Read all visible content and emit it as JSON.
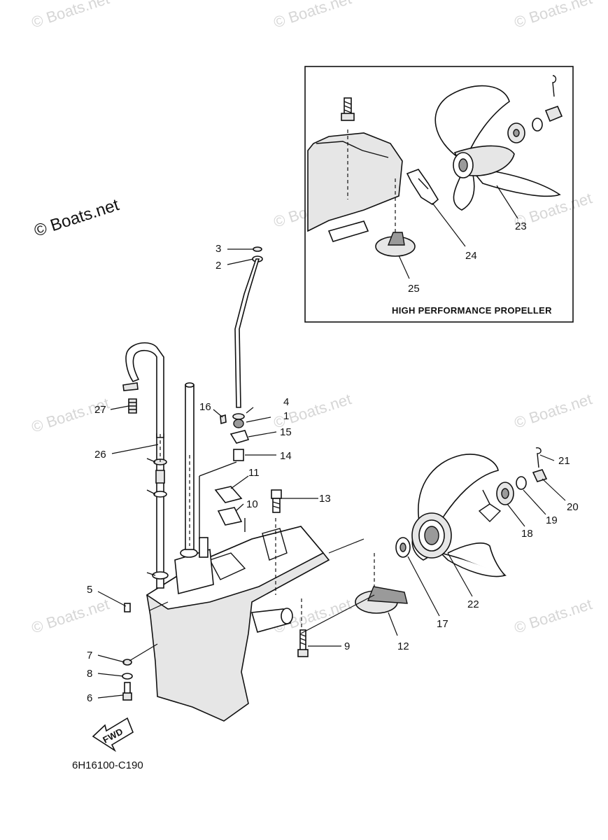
{
  "brand_label": "© Boats.net",
  "watermark_text": "© Boats.net",
  "inset_title": "HIGH PERFORMANCE PROPELLER",
  "diagram_code": "6H16100-C190",
  "fwd_label": "FWD",
  "callouts": {
    "n1": "1",
    "n2": "2",
    "n3": "3",
    "n4": "4",
    "n5": "5",
    "n6": "6",
    "n7": "7",
    "n8": "8",
    "n9": "9",
    "n10": "10",
    "n11": "11",
    "n12": "12",
    "n13": "13",
    "n14": "14",
    "n15": "15",
    "n16": "16",
    "n17": "17",
    "n18": "18",
    "n19": "19",
    "n20": "20",
    "n21": "21",
    "n22": "22",
    "n23": "23",
    "n24": "24",
    "n25": "25",
    "n26": "26",
    "n27": "27"
  },
  "colors": {
    "line": "#111111",
    "watermark": "#d6d6d6",
    "background": "#ffffff"
  }
}
